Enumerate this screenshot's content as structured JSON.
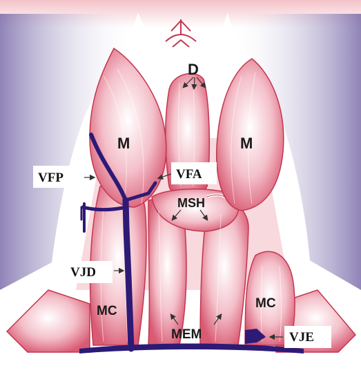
{
  "labels": {
    "d": "D",
    "m_left": "M",
    "m_right": "M",
    "msh": "MSH",
    "mc_left": "MC",
    "mc_right": "MC",
    "mem": "MEM",
    "vfp": "VFP",
    "vfa": "VFA",
    "vjd": "VJD",
    "vje": "VJE"
  },
  "colors": {
    "muscle": "#e88a9b",
    "muscle_light": "#f7d6dc",
    "muscle_edge": "#c2364f",
    "vessel": "#2d1a75",
    "skin_shadow": "#6a5a9e",
    "background_tint": "#f3c9cf"
  }
}
